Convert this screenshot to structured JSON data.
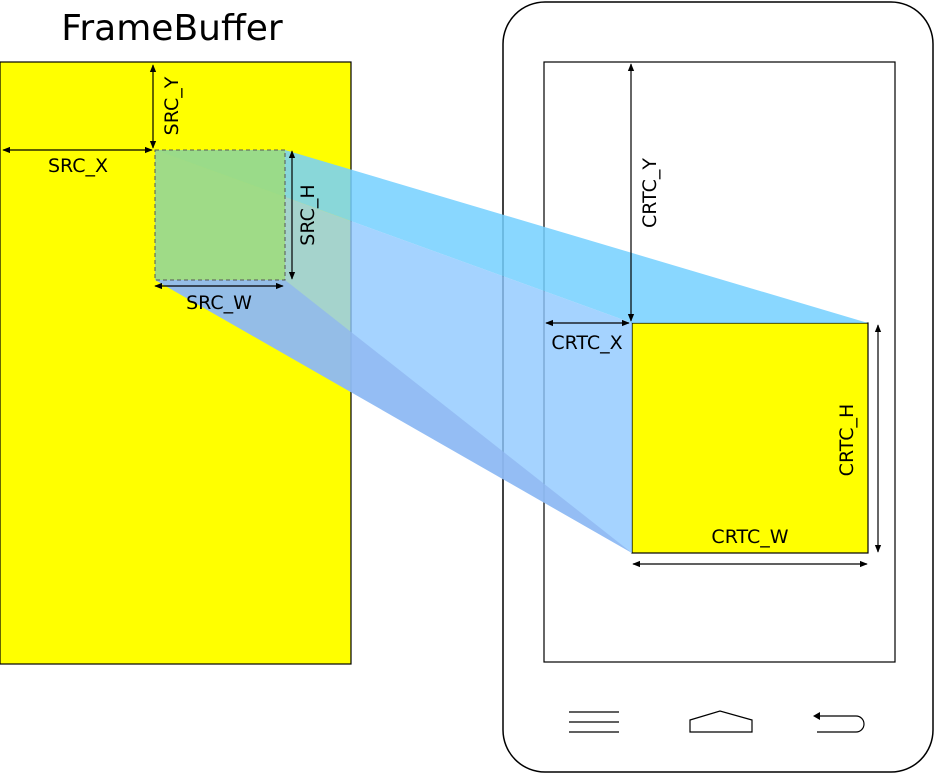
{
  "framebuffer": {
    "title": "FrameBuffer"
  },
  "source": {
    "x_label": "SRC_X",
    "y_label": "SRC_Y",
    "w_label": "SRC_W",
    "h_label": "SRC_H"
  },
  "crtc": {
    "x_label": "CRTC_X",
    "y_label": "CRTC_Y",
    "w_label": "CRTC_W",
    "h_label": "CRTC_H"
  },
  "colors": {
    "framebuffer_fill": "#ffff00",
    "source_region": "#9ddc7a",
    "projection_top": "#74d0ff",
    "projection_bottom": "#8fb6f0",
    "outline": "#000000"
  },
  "icons": {
    "menu": "menu-icon",
    "home": "home-icon",
    "back": "back-icon"
  }
}
